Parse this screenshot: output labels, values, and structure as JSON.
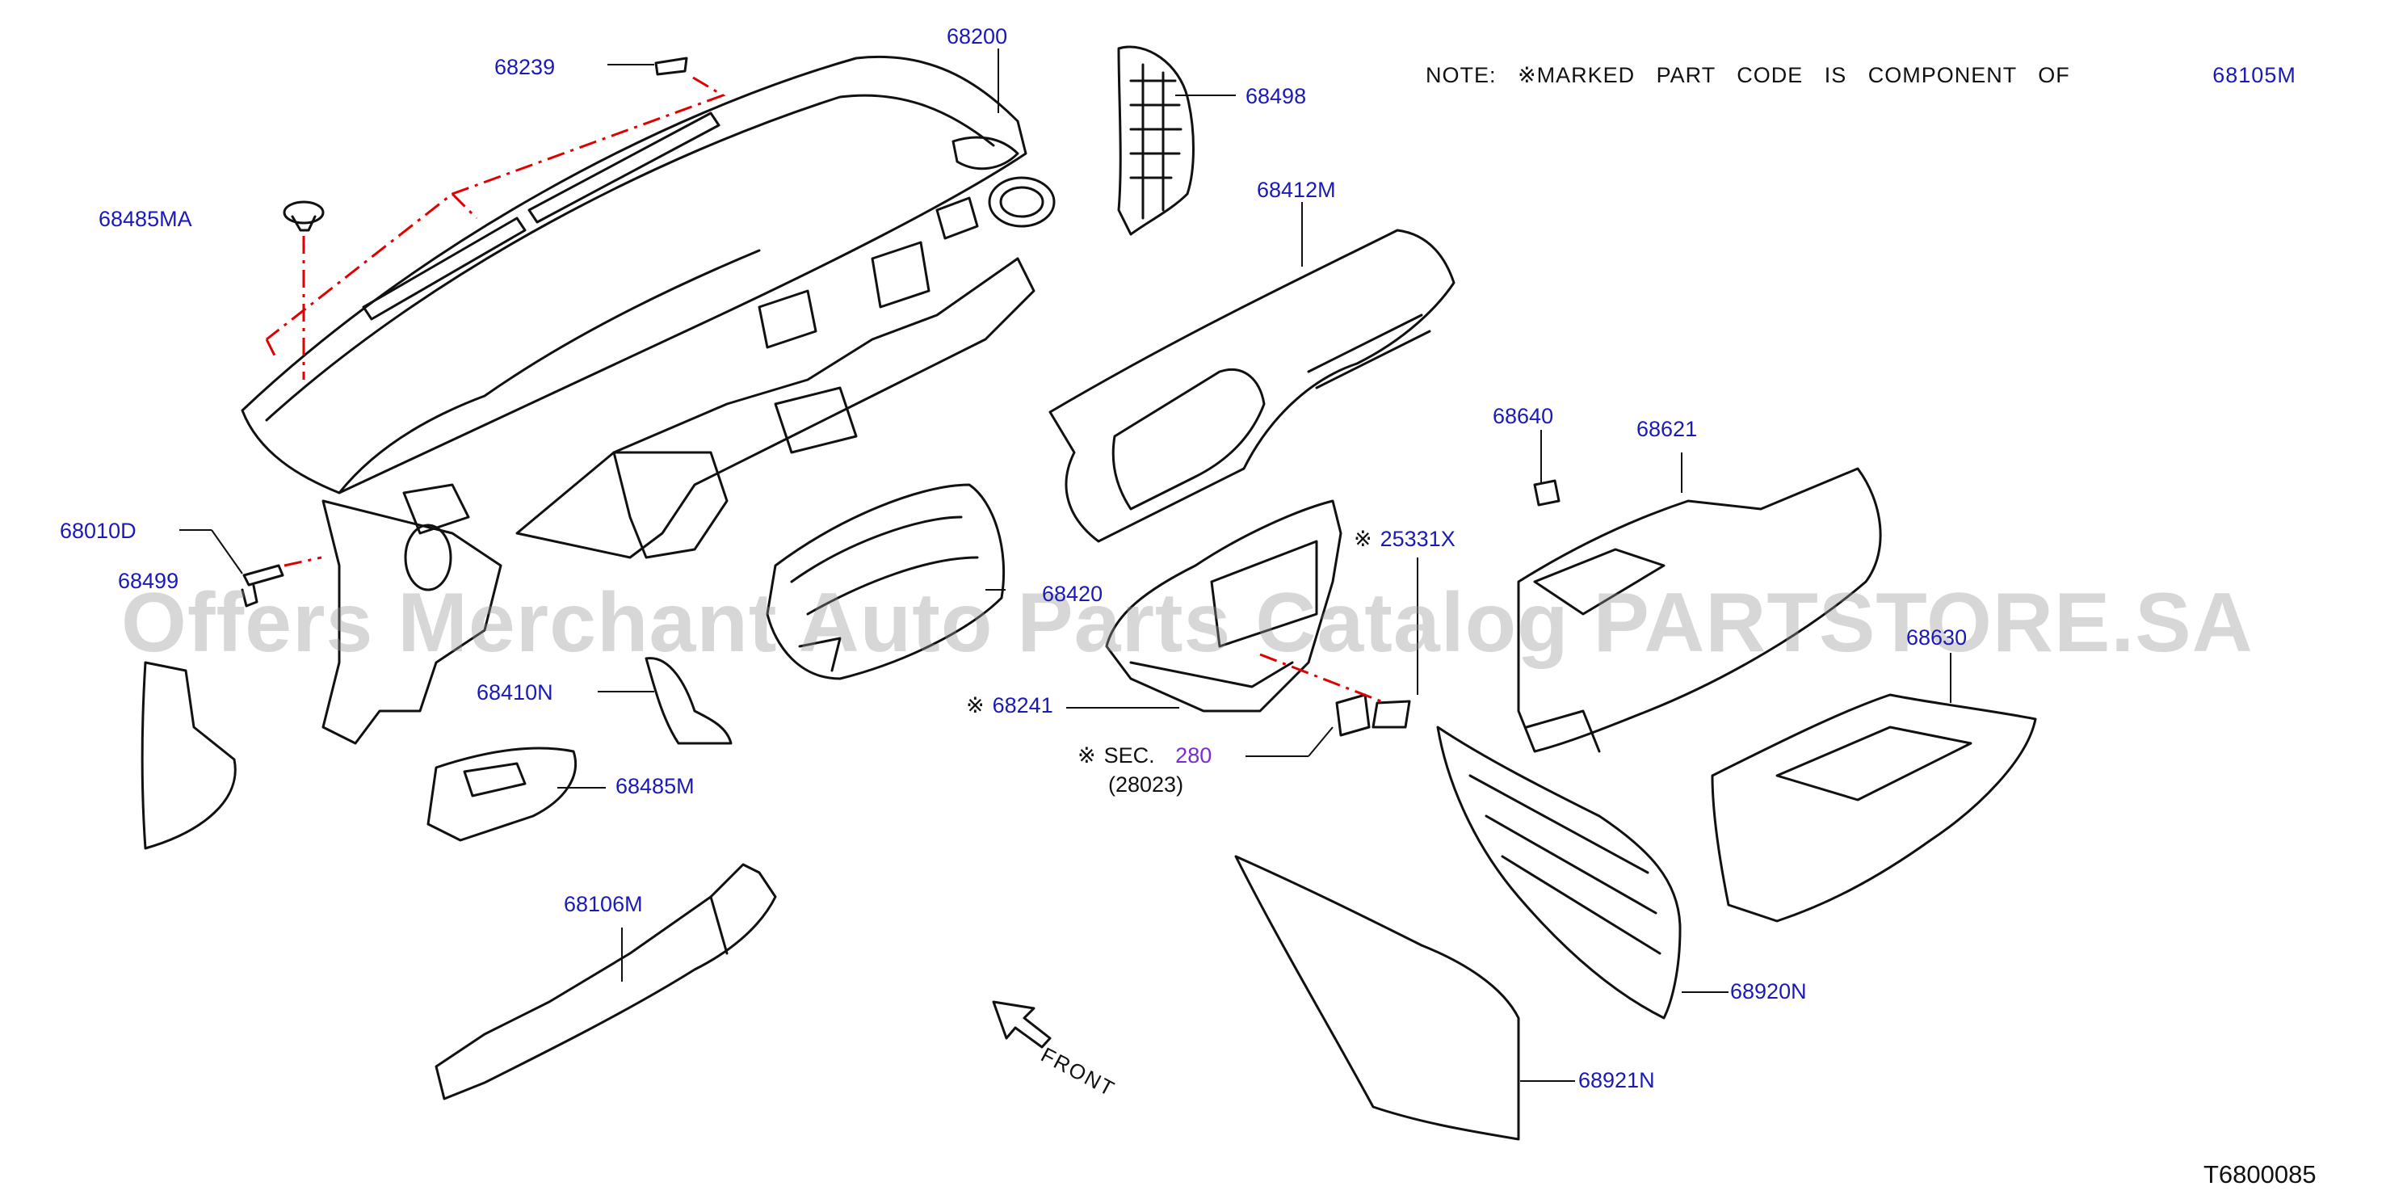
{
  "note": {
    "prefix": "NOTE:",
    "mark": "※",
    "text": "MARKED PART CODE IS COMPONENT OF",
    "code": "68105M"
  },
  "diagram_code": "T6800085",
  "watermark": "Offers Merchant Auto Parts Catalog PARTSTORE.SA",
  "front_label": "FRONT",
  "sec_ref": {
    "mark": "※",
    "label": "SEC.",
    "number": "280",
    "sub": "(28023)"
  },
  "colors": {
    "callout": "#1a1ab8",
    "leader_dash": "#e00000",
    "outline": "#111111",
    "sec_number": "#7a2bd6"
  },
  "parts": [
    {
      "id": "68239",
      "mark": ""
    },
    {
      "id": "68200",
      "mark": ""
    },
    {
      "id": "68498",
      "mark": ""
    },
    {
      "id": "68485MA",
      "mark": ""
    },
    {
      "id": "68412M",
      "mark": ""
    },
    {
      "id": "68640",
      "mark": ""
    },
    {
      "id": "68621",
      "mark": ""
    },
    {
      "id": "68010D",
      "mark": ""
    },
    {
      "id": "68499",
      "mark": ""
    },
    {
      "id": "25331X",
      "mark": "※"
    },
    {
      "id": "68420",
      "mark": ""
    },
    {
      "id": "68630",
      "mark": ""
    },
    {
      "id": "68410N",
      "mark": ""
    },
    {
      "id": "68241",
      "mark": "※"
    },
    {
      "id": "68485M",
      "mark": ""
    },
    {
      "id": "68106M",
      "mark": ""
    },
    {
      "id": "68920N",
      "mark": ""
    },
    {
      "id": "68921N",
      "mark": ""
    }
  ]
}
